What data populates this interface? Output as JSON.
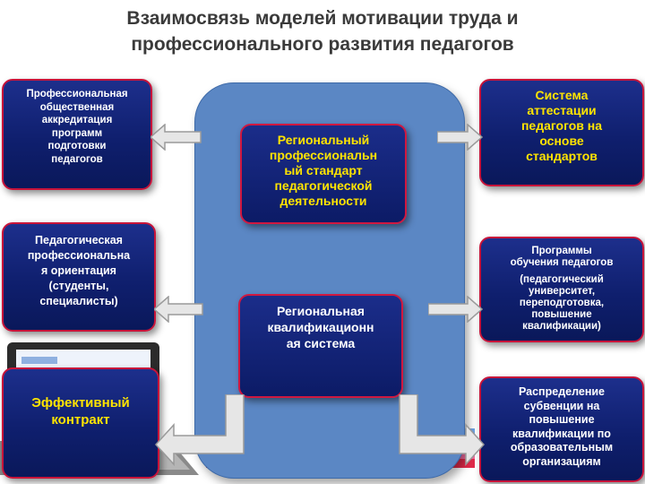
{
  "title": {
    "line1": "Взаимосвязь моделей мотивации труда и",
    "line2": "профессионального развития педагогов"
  },
  "center": {
    "top": {
      "lines": [
        "Региональный",
        "профессиональн",
        "ый стандарт",
        "педагогической",
        "деятельности"
      ]
    },
    "bottom": {
      "lines": [
        "Региональная",
        "квалификационн",
        "ая система"
      ]
    }
  },
  "left": [
    {
      "lines": [
        "Профессиональная",
        "общественная",
        "аккредитация",
        "программ",
        "подготовки",
        "педагогов"
      ]
    },
    {
      "lines": [
        "Педагогическая",
        "профессиональна",
        "я ориентация",
        "(студенты,",
        "специалисты)"
      ]
    },
    {
      "lines": [
        "Эффективный",
        "контракт"
      ]
    }
  ],
  "right": [
    {
      "lines": [
        "Система",
        "аттестации",
        "педагогов на",
        "основе",
        "стандартов"
      ]
    },
    {
      "lines": [
        "Программы",
        "обучения педагогов"
      ],
      "sub_lines": [
        "(педагогический",
        "университет,",
        "переподготовка,",
        "повышение",
        "квалификации)"
      ]
    },
    {
      "lines": [
        "Распределение",
        "субвенции на",
        "повышение",
        "квалификации по",
        "образовательным",
        "организациям"
      ]
    }
  ],
  "colors": {
    "box_fill": "#0f1f6e",
    "box_border": "#c8143a",
    "center_panel": "#5b87c4",
    "yellow_text": "#ffe400",
    "arrow_fill": "#dcdcdc"
  }
}
